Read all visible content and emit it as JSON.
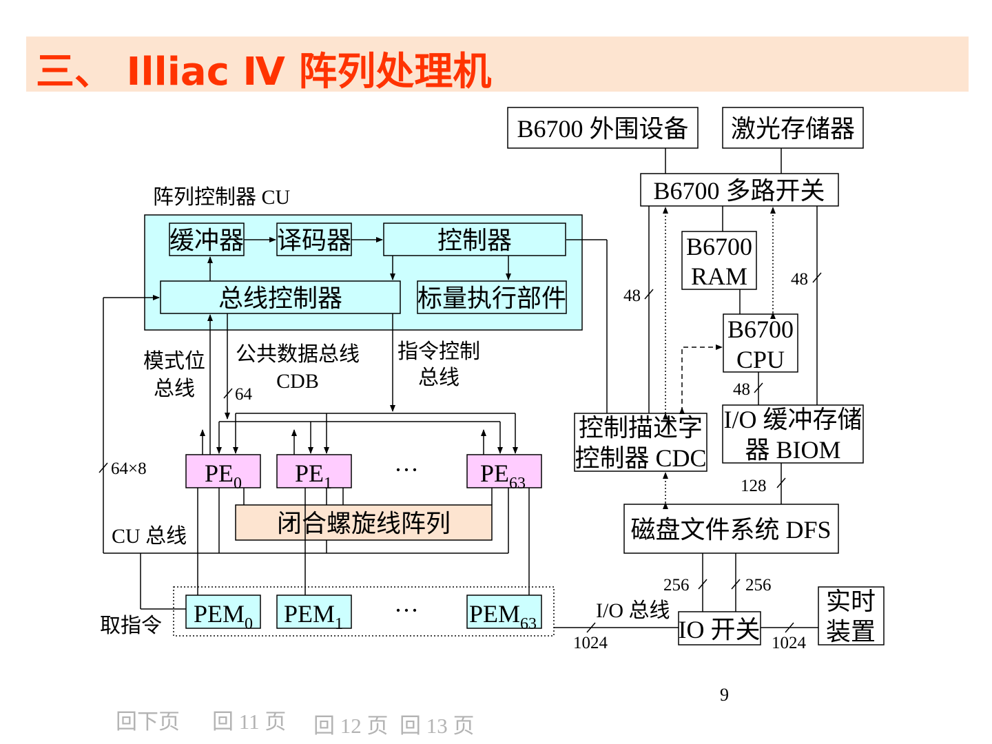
{
  "title": "三、 Illiac Ⅳ 阵列处理机",
  "page_number": "9",
  "nav_links": [
    "回下页",
    "回 11 页",
    "回 12 页",
    "回 13 页"
  ],
  "colors": {
    "title": "#ff3300",
    "title_bg": "#fde4d0",
    "cu_fill": "#ccffff",
    "pe_fill": "#ffccff",
    "spiral_fill": "#fde4d0",
    "pem_fill": "#ccffff"
  },
  "diagram": {
    "cu_label": "阵列控制器 CU",
    "buffer": "缓冲器",
    "decoder": "译码器",
    "controller": "控制器",
    "bus_controller": "总线控制器",
    "scalar_unit": "标量执行部件",
    "mode_bus": [
      "模式位",
      "总线"
    ],
    "cdb": [
      "公共数据总线",
      "CDB"
    ],
    "instr_bus": [
      "指令控制",
      "总线"
    ],
    "w64": "64",
    "w64x8": "64×8",
    "cu_bus": "CU 总线",
    "fetch": "取指令",
    "pe_base": "PE",
    "pe_subs": [
      "0",
      "1",
      "63"
    ],
    "pem_base": "PEM",
    "pem_subs": [
      "0",
      "1",
      "63"
    ],
    "ellipsis": "···",
    "spiral": "闭合螺旋线阵列",
    "b6700_periph": "B6700 外围设备",
    "laser_mem": "激光存储器",
    "b6700_switch": "B6700 多路开关",
    "b6700_ram": [
      "B6700",
      "RAM"
    ],
    "b6700_cpu": [
      "B6700",
      "CPU"
    ],
    "cdc": [
      "控制描述字",
      "控制器 CDC"
    ],
    "biom": [
      "I/O 缓冲存储",
      "器 BIOM"
    ],
    "dfs": "磁盘文件系统 DFS",
    "io_switch": "IO 开关",
    "realtime": [
      "实时",
      "装置"
    ],
    "io_bus": "I/O 总线",
    "w48": "48",
    "w128": "128",
    "w256": "256",
    "w1024": "1024"
  }
}
